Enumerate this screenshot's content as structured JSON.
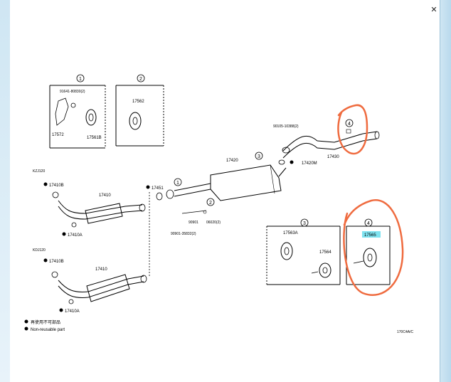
{
  "window": {
    "close_glyph": "✕"
  },
  "callouts": {
    "c1": "1",
    "c2": "2",
    "c3": "3",
    "c4": "4"
  },
  "inset1": {
    "part_a": "91641-80830(2)",
    "part_b": "17572",
    "part_c": "17561B"
  },
  "inset2": {
    "part": "17562"
  },
  "inset3": {
    "part_a": "17563A",
    "part_b": "17564"
  },
  "inset4": {
    "part": "17565",
    "highlight_color": "#7fe3f0"
  },
  "main": {
    "bolt_top": "90105-10388(2)",
    "pipe_tail": "17430",
    "muffler": "17420",
    "gasket_mid": "17420M",
    "gasket_left": "17451",
    "bolt_mid_a": "90901",
    "bolt_mid_b": "06020(2)",
    "bolt_mid_c": "90901-35832(2)"
  },
  "variant_a": {
    "code": "KZJ120",
    "gasket_top": "17410B",
    "converter": "17410",
    "gasket_bottom": "17410A"
  },
  "variant_b": {
    "code": "KDJ120",
    "gasket_top": "17410B",
    "converter": "17410",
    "gasket_bottom": "17410A"
  },
  "legend": {
    "line1": "再使用不可部品",
    "line2": "Non-reusable part"
  },
  "ref_code": "170C4A/C",
  "annotation_color": "#ef6b3f"
}
